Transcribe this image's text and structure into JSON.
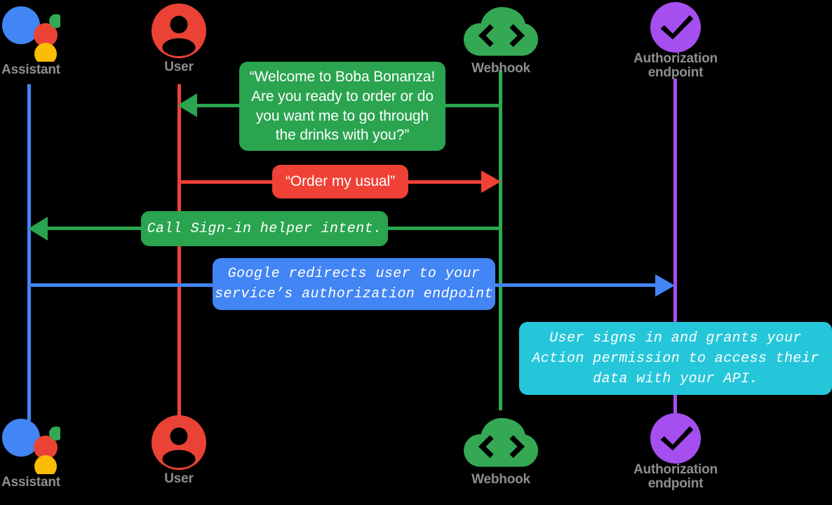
{
  "diagram": {
    "title": "Account linking sequence diagram",
    "type": "sequence-diagram",
    "background": "#000000",
    "colors": {
      "assistant_blue": "#4285f4",
      "user_red": "#ea4335",
      "webhook_green": "#34a853",
      "auth_purple": "#a64ff0",
      "message_green": "#2aa44f",
      "message_red": "#ef4136",
      "message_blue": "#4285f4",
      "message_cyan": "#26c6da",
      "label_gray": "#8e8e8e"
    }
  },
  "actors": [
    {
      "id": "assistant",
      "top_label": "Assistant",
      "bottom_label": "Assistant",
      "icon": "google-assistant-icon",
      "lifeline_color": "#4285f4"
    },
    {
      "id": "user",
      "top_label": "User",
      "bottom_label": "User",
      "icon": "user-avatar-icon",
      "lifeline_color": "#ea4335"
    },
    {
      "id": "webhook",
      "top_label": "Webhook",
      "bottom_label": "Webhook",
      "icon": "cloud-code-icon",
      "lifeline_color": "#34a853"
    },
    {
      "id": "auth",
      "top_label": "Authorization\nendpoint",
      "bottom_label": "Authorization\nendpoint",
      "icon": "check-circle-icon",
      "lifeline_color": "#a64ff0"
    }
  ],
  "messages": [
    {
      "id": "welcome",
      "text": "“Welcome to Boba Bonanza!\nAre you ready to order or do\nyou want me to go through\nthe drinks with you?”",
      "from": "webhook",
      "to": "user",
      "direction": "left",
      "color": "#2aa44f",
      "font": "sans"
    },
    {
      "id": "order",
      "text": "“Order my usual”",
      "from": "user",
      "to": "webhook",
      "direction": "right",
      "color": "#ef4136",
      "font": "sans"
    },
    {
      "id": "signin-intent",
      "text": "Call Sign-in helper intent.",
      "from": "webhook",
      "to": "assistant",
      "direction": "left",
      "color": "#2aa44f",
      "font": "mono"
    },
    {
      "id": "redirect",
      "text": "Google redirects user to your\nservice’s authorization endpoint",
      "from": "assistant",
      "to": "auth",
      "direction": "right",
      "color": "#4285f4",
      "font": "mono"
    },
    {
      "id": "grant",
      "text": "User signs in and grants your\nAction permission to access their\ndata with your API.",
      "from": "auth",
      "to": "auth",
      "direction": "note",
      "color": "#26c6da",
      "font": "mono"
    }
  ]
}
